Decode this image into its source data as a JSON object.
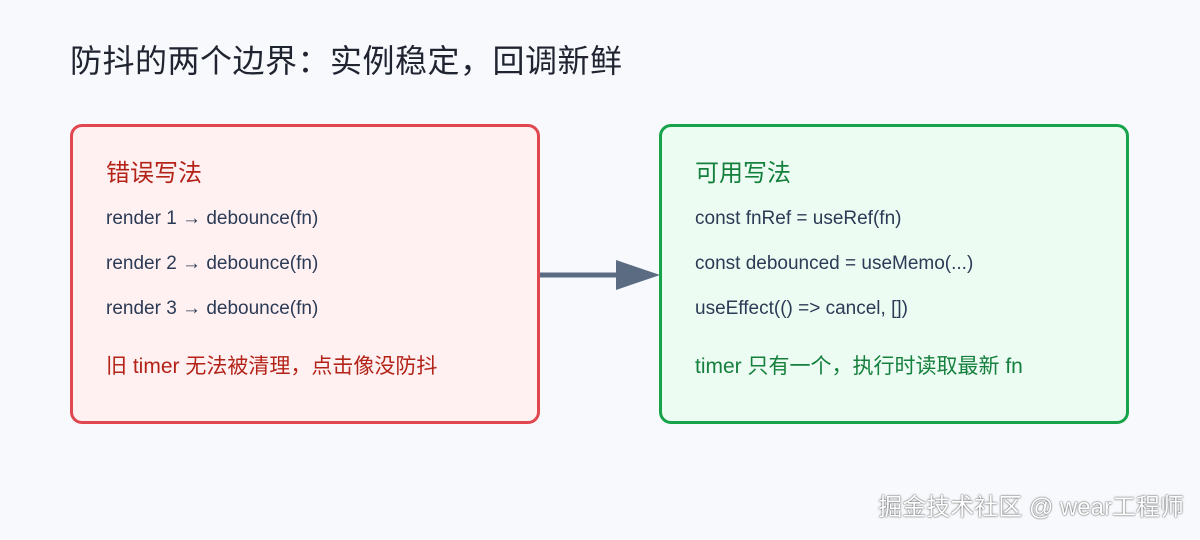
{
  "title": "防抖的两个边界：实例稳定，回调新鲜",
  "left_card": {
    "heading": "错误写法",
    "lines": [
      "render 1 → debounce(fn)",
      "render 2 → debounce(fn)",
      "render 3 → debounce(fn)"
    ],
    "note": "旧 timer 无法被清理，点击像没防抖",
    "colors": {
      "border": "#e0474f",
      "background": "#fff1f2",
      "accent_text": "#b42318"
    }
  },
  "right_card": {
    "heading": "可用写法",
    "lines": [
      "const fnRef = useRef(fn)",
      "const debounced = useMemo(...)",
      "useEffect(() => cancel, [])"
    ],
    "note": "timer 只有一个，执行时读取最新 fn",
    "colors": {
      "border": "#16a34a",
      "background": "#edfcf3",
      "accent_text": "#15803d"
    }
  },
  "connector": {
    "icon": "arrow-right-icon",
    "color": "#5b6b82"
  },
  "watermark": "掘金技术社区 @ wear工程师"
}
